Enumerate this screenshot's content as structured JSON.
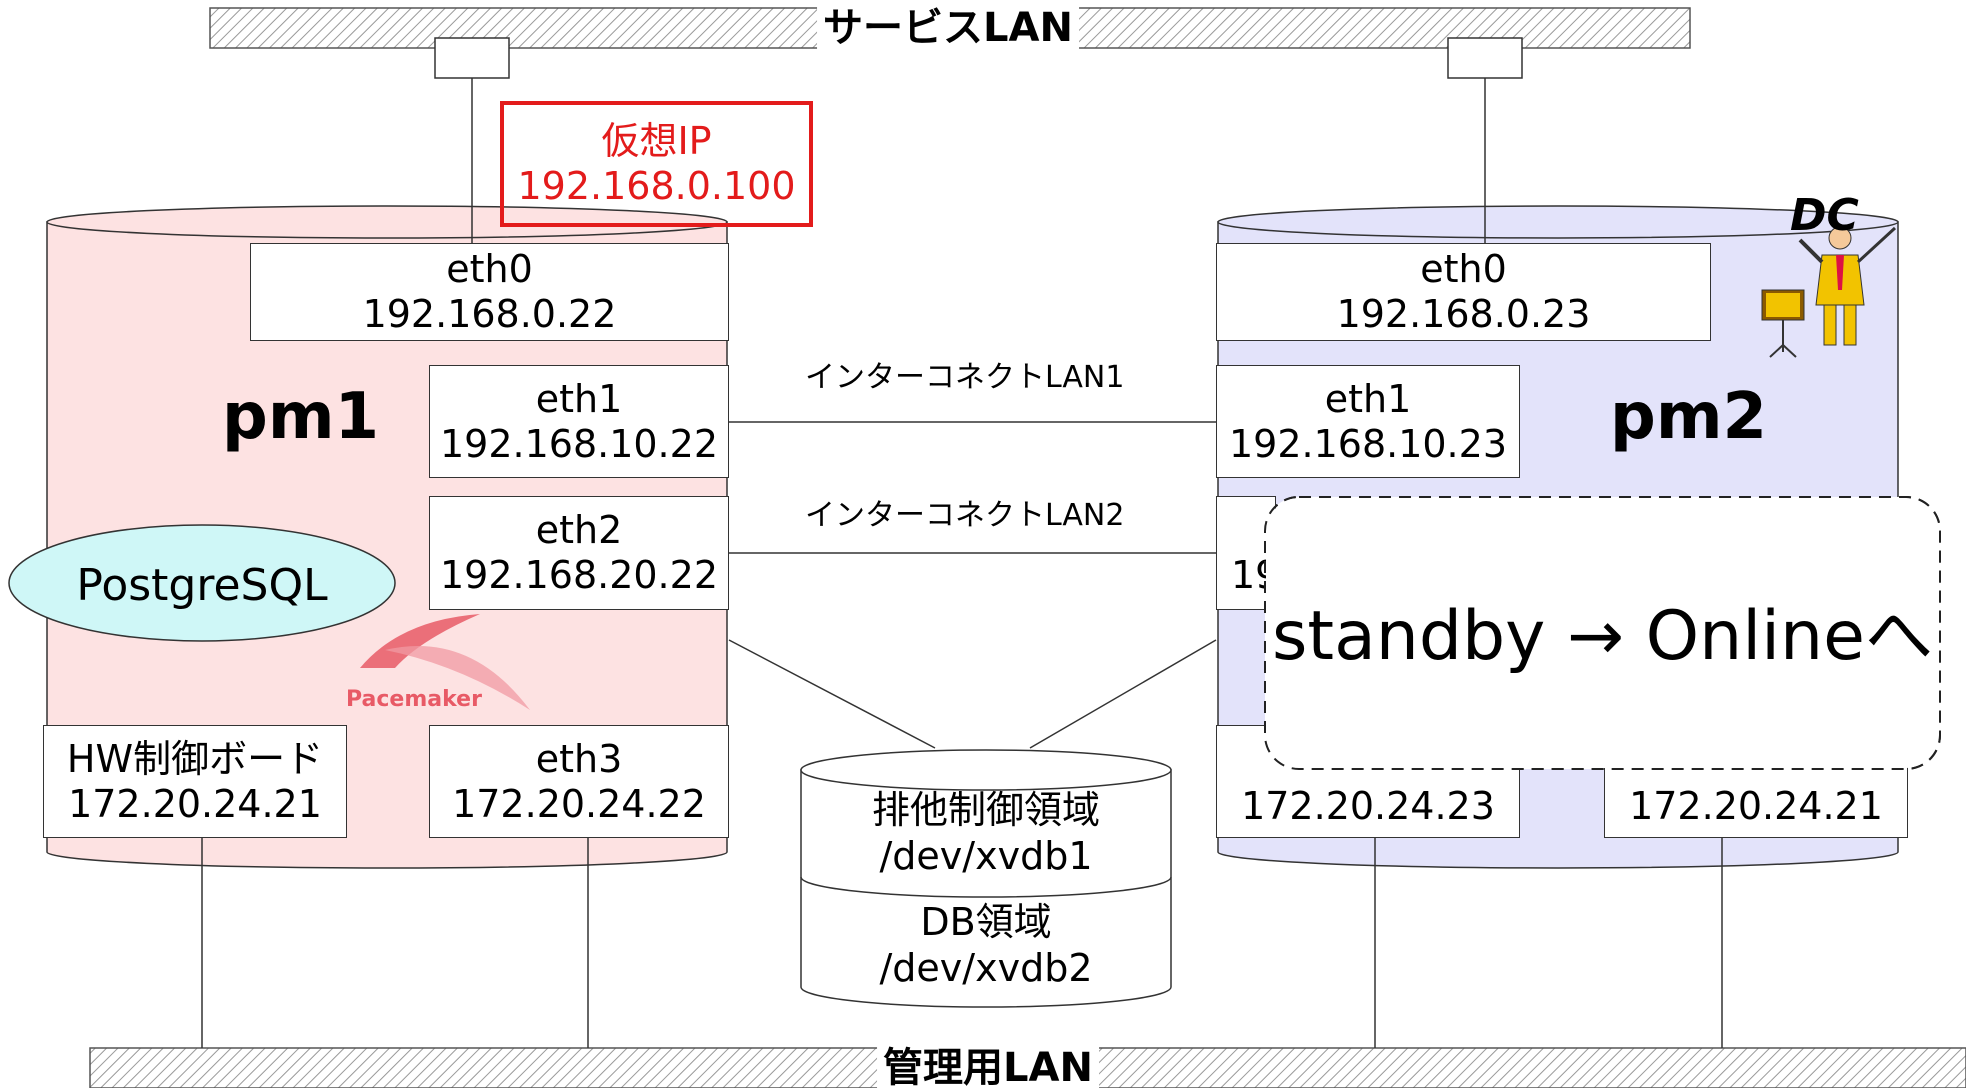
{
  "service_lan": {
    "label": "サービスLAN"
  },
  "mgmt_lan": {
    "label": "管理用LAN"
  },
  "vip": {
    "title": "仮想IP",
    "address": "192.168.0.100"
  },
  "nodes": [
    {
      "name": "pm1",
      "color": "#fde2e2",
      "eth0": {
        "name": "eth0",
        "ip": "192.168.0.22"
      },
      "eth1": {
        "name": "eth1",
        "ip": "192.168.10.22"
      },
      "eth2": {
        "name": "eth2",
        "ip": "192.168.20.22"
      },
      "eth3": {
        "name": "eth3",
        "ip": "172.20.24.22"
      },
      "hw": {
        "name": "HW制御ボード",
        "ip": "172.20.24.21"
      },
      "service": "PostgreSQL",
      "logo": "Pacemaker"
    },
    {
      "name": "pm2",
      "color": "#e3e3fa",
      "eth0": {
        "name": "eth0",
        "ip": "192.168.0.23"
      },
      "eth1": {
        "name": "eth1",
        "ip": "192.168.10.23"
      },
      "eth3_ip": "172.20.24.23",
      "hw_ip": "172.20.24.21",
      "dc_label": "DC"
    }
  ],
  "interconnects": [
    "インターコネクトLAN1",
    "インターコネクトLAN2"
  ],
  "shared_disk": [
    {
      "name": "排他制御領域",
      "device": "/dev/xvdb1"
    },
    {
      "name": "DB領域",
      "device": "/dev/xvdb2"
    }
  ],
  "callout": {
    "text": "standby → Onlineへ"
  },
  "colors": {
    "accent_red": "#e31b1b",
    "pm1_fill": "#fde2e2",
    "pm2_fill": "#e3e3fa",
    "postgres_fill": "#cff7f7"
  }
}
